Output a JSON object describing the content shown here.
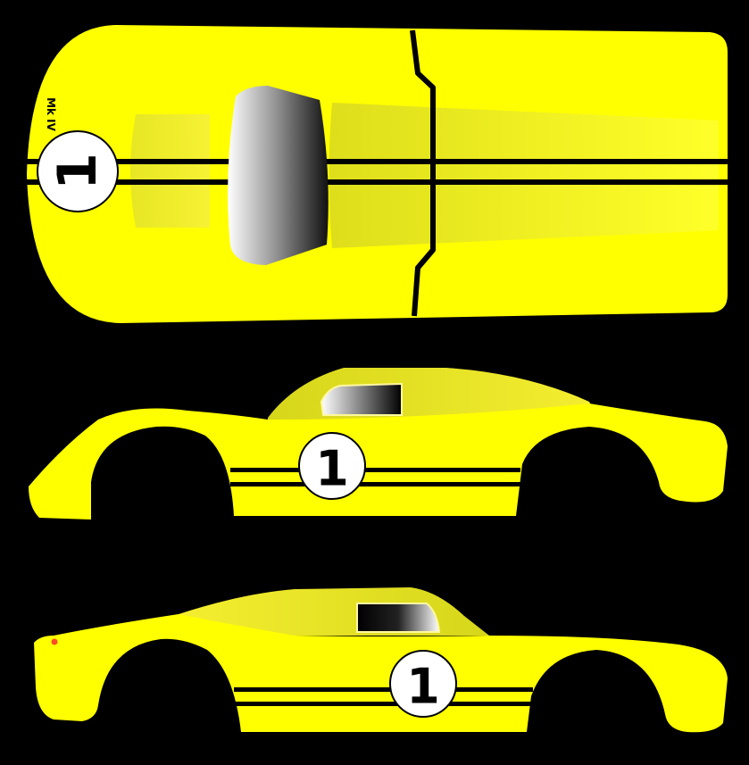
{
  "artwork": {
    "subject": "race-car-livery-template",
    "body_color": "#ffff00",
    "stripe_color": "#000000",
    "background_color": "#000000",
    "views": {
      "top": {
        "race_number": "1",
        "badge_text": "Mk IV"
      },
      "side_right": {
        "race_number": "1"
      },
      "side_left": {
        "race_number": "1"
      }
    }
  }
}
